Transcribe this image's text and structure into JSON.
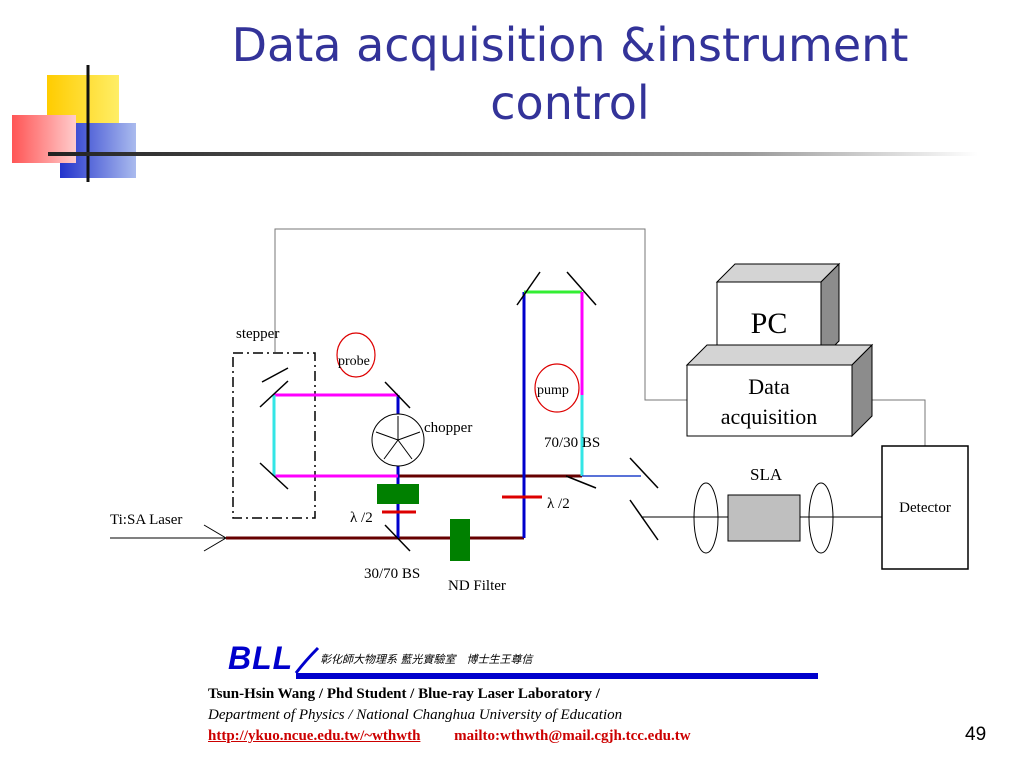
{
  "slide": {
    "title": "Data acquisition &instrument control",
    "page_number": "49"
  },
  "diagram": {
    "labels": {
      "stepper": "stepper",
      "probe": "probe",
      "pump": "pump",
      "chopper": "chopper",
      "bs_7030": "70/30 BS",
      "bs_3070": "30/70 BS",
      "lambda_left": "λ /2",
      "lambda_right": "λ /2",
      "laser": "Ti:SA Laser",
      "nd_filter": "ND Filter",
      "sla": "SLA",
      "pc": "PC",
      "daq_line1": "Data",
      "daq_line2": "acquisition",
      "detector": "Detector"
    },
    "colors": {
      "blue_beam": "#0000cc",
      "magenta_beam": "#ff00ff",
      "cyan_beam": "#33e6e6",
      "green_beam": "#33ee33",
      "main_beam": "#660000",
      "red_element": "#dd0000",
      "filter": "#008000"
    }
  },
  "footer": {
    "logo_text": "BLL",
    "lab_chinese": "彰化師大物理系 藍光實驗室　博士生王尊信",
    "line1": "Tsun-Hsin Wang / Phd Student / Blue-ray Laser Laboratory /",
    "line2": "Department of Physics / National Changhua University of Education",
    "url": "http://ykuo.ncue.edu.tw/~wthwth",
    "mail": "mailto:wthwth@mail.cgjh.tcc.edu.tw"
  }
}
